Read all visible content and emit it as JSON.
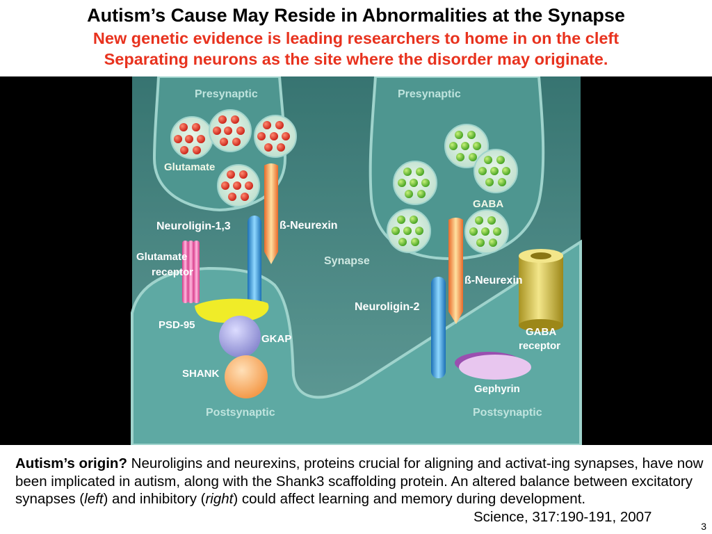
{
  "title": "Autism’s Cause May Reside in Abnormalities at the Synapse",
  "subtitle_line1": "New genetic evidence is leading researchers to home in on the cleft",
  "subtitle_line2": "Separating neurons as the site where the disorder may originate.",
  "figure": {
    "labels": {
      "presynaptic_left": "Presynaptic",
      "presynaptic_right": "Presynaptic",
      "glutamate": "Glutamate",
      "gaba": "GABA",
      "neuroligin_13": "Neuroligin-1,3",
      "b_neurexin_left": "ß-Neurexin",
      "b_neurexin_right": "ß-Neurexin",
      "glutamate_receptor_1": "Glutamate",
      "glutamate_receptor_2": "receptor",
      "synapse": "Synapse",
      "neuroligin_2": "Neuroligin-2",
      "psd95": "PSD-95",
      "gkap": "GKAP",
      "shank": "SHANK",
      "gaba_receptor_1": "GABA",
      "gaba_receptor_2": "receptor",
      "gephyrin": "Gephyrin",
      "postsynaptic_left": "Postsynaptic",
      "postsynaptic_right": "Postsynaptic"
    },
    "colors": {
      "neuron_fill": "#4e9690",
      "neuron_edge": "#9fd3cc",
      "glutamate_dot": "#e23a2e",
      "gaba_dot": "#5fc02e",
      "neuroligin": "#3fa8e0",
      "neurexin": "#f7a24a"
    }
  },
  "caption": {
    "lead": "Autism’s origin?",
    "text1": " Neuroligins and neurexins, proteins crucial for aligning and activat-ing synapses, have now been implicated in autism, along with the Shank3 scaffolding protein. An altered balance between excitatory synapses (",
    "left": "left",
    "text2": ") and inhibitory (",
    "right": "right",
    "text3": ") could affect learning and memory during development."
  },
  "citation": {
    "journal": "Science",
    "ref": ", 317:190-191, 2007"
  },
  "page_number": "3"
}
